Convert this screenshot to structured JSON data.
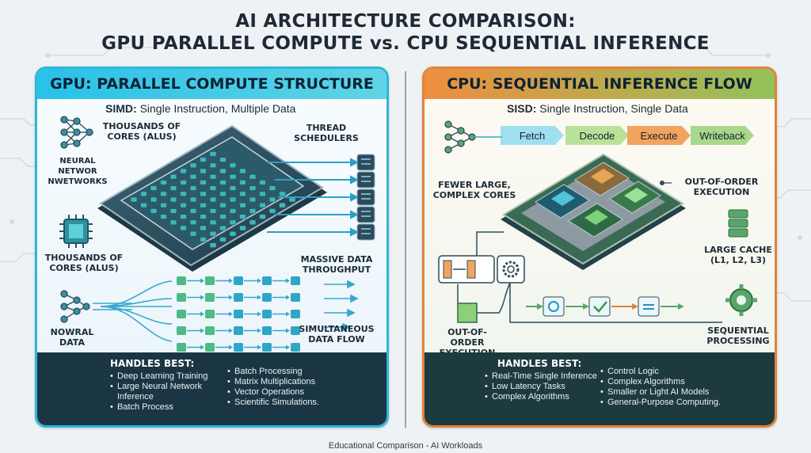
{
  "title": {
    "line1": "AI ARCHITECTURE COMPARISON:",
    "line2": "GPU PARALLEL COMPUTE vs. CPU SEQUENTIAL INFERENCE"
  },
  "gpu": {
    "heading": "GPU: PARALLEL COMPUTE STRUCTURE",
    "sub_bold": "SIMD:",
    "sub_text": "Single Instruction, Multiple Data",
    "labels": {
      "cores_top": "THOUSANDS OF CORES (ALUs)",
      "neural": "NEURAL NETWOR NWETWORKS",
      "thread": "THREAD SCHEDULERS",
      "cores_bottom": "THOUSANDS OF CORES (ALUs)",
      "throughput": "MASSIVE DATA THROUGHPUT",
      "data": "NOWRAL DATA",
      "simultaneous": "SIMULTANEOUS DATA FLOW"
    },
    "handles_best_title": "HANDLES BEST:",
    "handles_best_col1": [
      "Deep Learning Training",
      "Large Neural Network Inference",
      "Batch Process"
    ],
    "handles_best_col2": [
      "Batch Processing",
      "Matrix Multiplications",
      "Vector Operations",
      "Scientific Simulations."
    ]
  },
  "cpu": {
    "heading": "CPU: SEQUENTIAL INFERENCE FLOW",
    "sub_bold": "SISD:",
    "sub_text": "Single Instruction, Single Data",
    "pipeline": [
      {
        "label": "Fetch",
        "color": "#9fdff0"
      },
      {
        "label": "Decode",
        "color": "#b8e29a"
      },
      {
        "label": "Execute",
        "color": "#f2a45f"
      },
      {
        "label": "Writeback",
        "color": "#a9d88c"
      }
    ],
    "labels": {
      "fewer": "FEWER LARGE, COMPLEX CORES",
      "ooo_top": "OUT-OF-ORDER EXECUTION",
      "cache": "LARGE CACHE (L1, L2, L3)",
      "ooo_bottom": "OUT-OF-ORDER EXECUTION",
      "sequential": "SEQUENTIAL PROCESSING"
    },
    "handles_best_title": "HANDLES BEST:",
    "handles_best_col1": [
      "Real-Time Single Inference",
      "Low Latency Tasks",
      "Complex Algorithms"
    ],
    "handles_best_col2": [
      "Control Logic",
      "Complex Algorithms",
      "Smaller or Light AI Models",
      "General-Purpose Computing."
    ]
  },
  "footer": "Educational Comparison - AI Workloads",
  "colors": {
    "gpu_accent": "#31b6d8",
    "cpu_accent": "#e3833a",
    "core_teal": "#2a8f9c",
    "core_green": "#5aa66a"
  },
  "icons": [
    "neural-network-icon",
    "chip-icon",
    "gear-icon",
    "logic-gate-icon",
    "check-icon",
    "cache-stack-icon"
  ]
}
